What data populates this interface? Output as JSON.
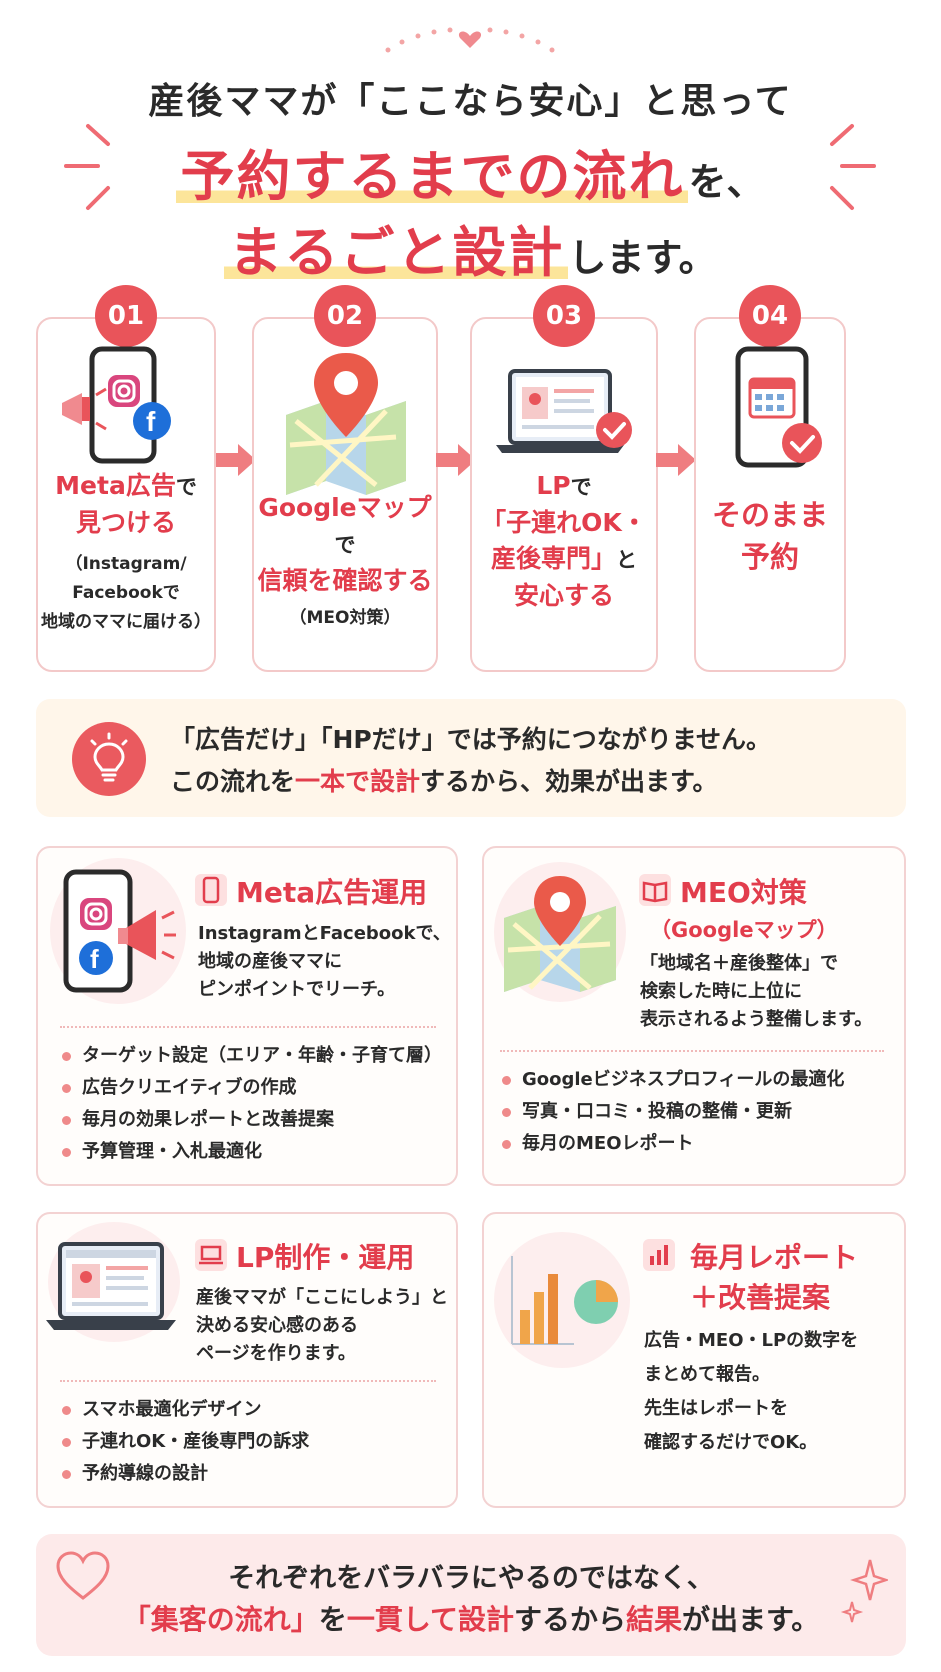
{
  "header": {
    "line1": "産後ママが「ここなら安心」と思って",
    "line2_big": "予約するまでの流れ",
    "line2_small": "を、",
    "line3_big": "まるごと設計",
    "line3_small": "します。"
  },
  "steps": [
    {
      "num": "01",
      "main_red": "Meta広告",
      "main_join": "で",
      "main2": "見つける",
      "sub": [
        "（Instagram/",
        "Facebookで",
        "地域のママに届ける）"
      ],
      "icon": "phone-social-icon"
    },
    {
      "num": "02",
      "main_red": "Googleマップ",
      "main_join": "で",
      "main2": "信頼を確認する",
      "sub": [
        "（MEO対策）"
      ],
      "icon": "map-pin-icon"
    },
    {
      "num": "03",
      "main_red": "LP",
      "main_join": "で",
      "main2": "「子連れOK・",
      "main3": "産後専門」",
      "main3_join": "と",
      "main4": "安心する",
      "sub": [],
      "icon": "laptop-check-icon"
    },
    {
      "num": "04",
      "main_red": "そのまま",
      "main2": "予約",
      "sub": [],
      "icon": "calendar-check-icon"
    }
  ],
  "insight": {
    "line1": "「広告だけ」「HPだけ」では予約につながりません。",
    "line2_pre": "この流れを",
    "line2_red": "一本で設計",
    "line2_post": "するから、効果が出ます。"
  },
  "services": {
    "meta": {
      "title": "Meta広告運用",
      "desc": [
        "InstagramとFacebookで、",
        "地域の産後ママに",
        "ピンポイントでリーチ。"
      ],
      "items": [
        "ターゲット設定（エリア・年齢・子育て層）",
        "広告クリエイティブの作成",
        "毎月の効果レポートと改善提案",
        "予算管理・入札最適化"
      ]
    },
    "meo": {
      "title": "MEO対策",
      "title_sub": "（Googleマップ）",
      "desc": [
        "「地域名＋産後整体」で",
        "検索した時に上位に",
        "表示されるよう整備します。"
      ],
      "items": [
        "Googleビジネスプロフィールの最適化",
        "写真・口コミ・投稿の整備・更新",
        "毎月のMEOレポート"
      ]
    },
    "lp": {
      "title": "LP制作・運用",
      "desc": [
        "産後ママが「ここにしよう」と",
        "決める安心感のある",
        "ページを作ります。"
      ],
      "items": [
        "スマホ最適化デザイン",
        "子連れOK・産後専門の訴求",
        "予約導線の設計"
      ]
    },
    "report": {
      "title": "毎月レポート",
      "title2": "＋改善提案",
      "desc": [
        "広告・MEO・LPの数字を",
        "まとめて報告。",
        "先生はレポートを",
        "確認するだけでOK。"
      ]
    }
  },
  "bottom": {
    "line1": "それぞれをバラバラにやるのではなく、",
    "line2_red1": "「集客の流れ」",
    "line2_mid1": "を",
    "line2_red2": "一貫して設計",
    "line2_mid2": "するから",
    "line2_red3": "結果",
    "line2_end": "が出ます。"
  },
  "colors": {
    "accent": "#e23d4c",
    "coral": "#e9545a",
    "border": "#f3c9c9",
    "highlight": "#fce59a"
  }
}
